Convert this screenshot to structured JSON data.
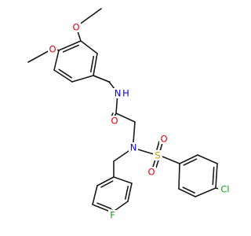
{
  "molecule": {
    "atom_labels": {
      "O_methoxy_top": "O",
      "O_methoxy_left": "O",
      "N_amide": "N",
      "H_amide": "H",
      "O_carbonyl": "O",
      "N_sulfonamide": "N",
      "S": "S",
      "O_sulfonyl_top": "O",
      "O_sulfonyl_bottom": "O",
      "Cl": "Cl",
      "F": "F"
    },
    "colors": {
      "bond": "#1a1a1a",
      "carbon": "#1a1a1a",
      "oxygen": "#e8000b",
      "nitrogen": "#0000ff",
      "sulfur": "#c8a000",
      "chlorine": "#1fa01f",
      "fluorine": "#1fa01f"
    }
  }
}
